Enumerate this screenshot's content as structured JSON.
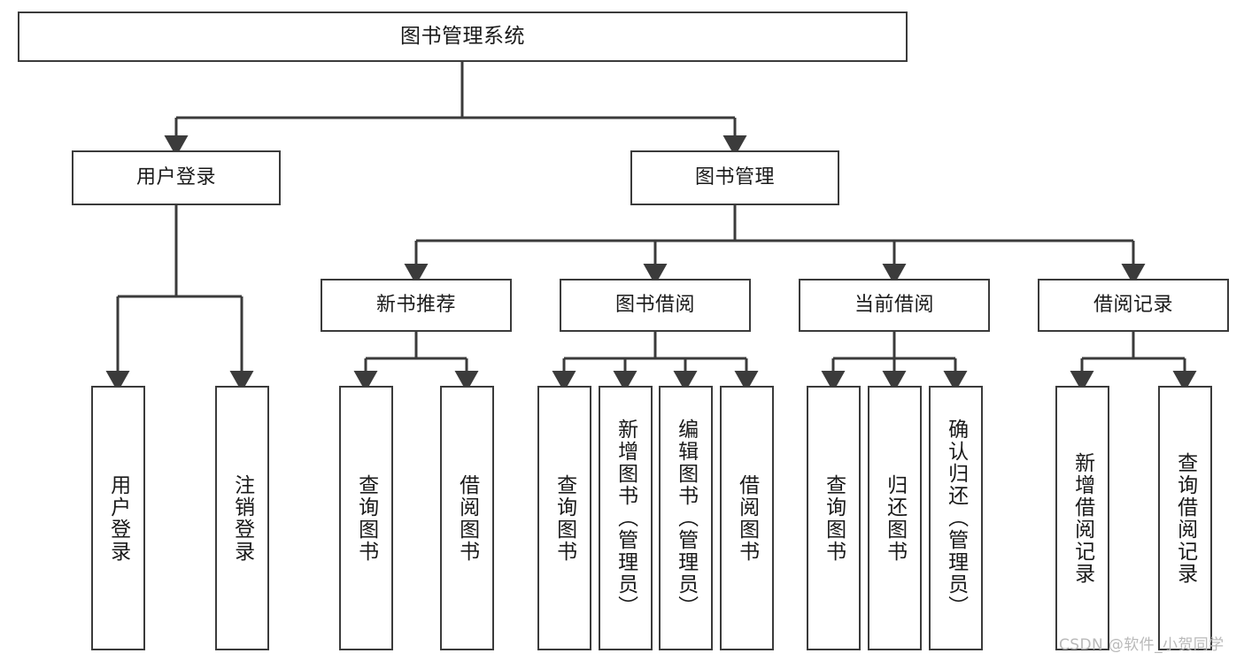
{
  "diagram": {
    "type": "hierarchy-tree",
    "title": "图书管理系统",
    "watermark": "CSDN @软件_小贺同学",
    "colors": {
      "box_border": "#3b3b3b",
      "box_fill": "#ffffff",
      "connector": "#3b3b3b",
      "text": "#1a1a1a",
      "watermark": "#b9b9b9"
    },
    "levels": {
      "root": {
        "label": "图书管理系统"
      },
      "level2": [
        {
          "id": "user-login",
          "label": "用户登录"
        },
        {
          "id": "book-management",
          "label": "图书管理"
        }
      ],
      "level3": [
        {
          "id": "new-book-recommend",
          "label": "新书推荐",
          "parent": "book-management"
        },
        {
          "id": "book-borrow",
          "label": "图书借阅",
          "parent": "book-management"
        },
        {
          "id": "current-borrow",
          "label": "当前借阅",
          "parent": "book-management"
        },
        {
          "id": "borrow-record",
          "label": "借阅记录",
          "parent": "book-management"
        }
      ],
      "leaves": [
        {
          "id": "leaf-user-login",
          "label": "用户登录",
          "parent": "user-login"
        },
        {
          "id": "leaf-user-logout",
          "label": "注销登录",
          "parent": "user-login"
        },
        {
          "id": "leaf-query-book-1",
          "label": "查询图书",
          "parent": "new-book-recommend"
        },
        {
          "id": "leaf-borrow-book-1",
          "label": "借阅图书",
          "parent": "new-book-recommend"
        },
        {
          "id": "leaf-query-book-2",
          "label": "查询图书",
          "parent": "book-borrow"
        },
        {
          "id": "leaf-add-book",
          "label": "新增图书（管理员）",
          "parent": "book-borrow"
        },
        {
          "id": "leaf-edit-book",
          "label": "编辑图书（管理员）",
          "parent": "book-borrow"
        },
        {
          "id": "leaf-borrow-book-2",
          "label": "借阅图书",
          "parent": "book-borrow"
        },
        {
          "id": "leaf-query-book-3",
          "label": "查询图书",
          "parent": "current-borrow"
        },
        {
          "id": "leaf-return-book",
          "label": "归还图书",
          "parent": "current-borrow"
        },
        {
          "id": "leaf-confirm-return",
          "label": "确认归还（管理员）",
          "parent": "current-borrow"
        },
        {
          "id": "leaf-add-record",
          "label": "新增借阅记录",
          "parent": "borrow-record"
        },
        {
          "id": "leaf-query-record",
          "label": "查询借阅记录",
          "parent": "borrow-record"
        }
      ]
    }
  }
}
